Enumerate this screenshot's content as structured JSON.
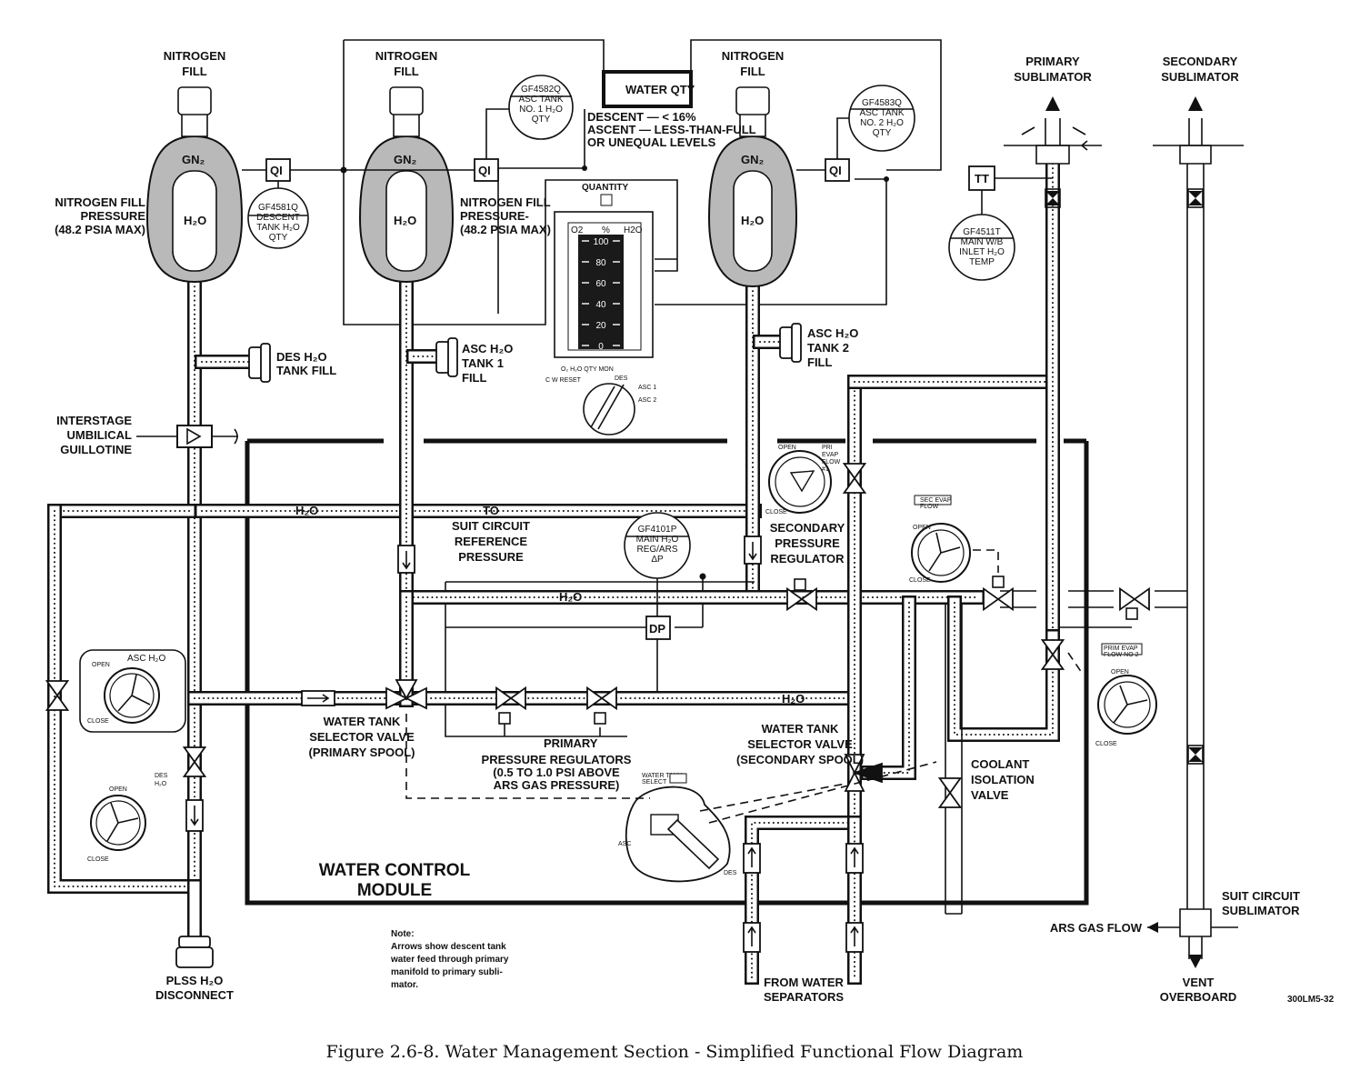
{
  "labels": {
    "nitrogen_fill": "NITROGEN\nFILL",
    "nitrogen_fill_pressure_1": "NITROGEN FILL\nPRESSURE\n(48.2 PSIA MAX)",
    "nitrogen_fill_pressure_2": "NITROGEN FILL\nPRESSURE-\n(48.2 PSIA MAX)",
    "gn2": "GN₂",
    "h2o": "H₂O",
    "qi": "QI",
    "tt": "TT",
    "dp": "DP",
    "water_qty": "WATER QTY",
    "water_qty_note": "DESCENT — < 16%\nASCENT — LESS-THAN-FULL\nOR UNEQUAL LEVELS",
    "gf4581q": "GF4581Q\nDESCENT\nTANK H₂O\nQTY",
    "gf4582q": "GF4582Q\nASC TANK\nNO. 1 H₂O\nQTY",
    "gf4583q": "GF4583Q\nASC TANK\nNO. 2 H₂O\nQTY",
    "gf4511t": "GF4511T\nMAIN W/B\nINLET H₂O\nTEMP",
    "gf4101p": "GF4101P\nMAIN H₂O\nREG/ARS\nΔP",
    "quantity": "QUANTITY",
    "gauge_o2": "O2",
    "gauge_pct": "%",
    "gauge_h2o": "H2O",
    "gauge_ticks": [
      "100",
      "80",
      "60",
      "40",
      "20",
      "0"
    ],
    "qty_mon": "O₂ H₂O QTY MON",
    "cw_reset": "C W RESET",
    "des": "DES",
    "asc1": "ASC 1",
    "asc2": "ASC 2",
    "primary_sublimator": "PRIMARY\nSUBLIMATOR",
    "secondary_sublimator": "SECONDARY\nSUBLIMATOR",
    "des_tank_fill": "DES H₂O\nTANK FILL",
    "asc_tank1_fill": "ASC H₂O\nTANK 1\nFILL",
    "asc_tank2_fill": "ASC H₂O\nTANK 2\nFILL",
    "interstage": "INTERSTAGE\nUMBILICAL\nGUILLOTINE",
    "h2o_line": "H₂O",
    "to_suit": "TO\nSUIT CIRCUIT\nREFERENCE\nPRESSURE",
    "secondary_pressure_regulator": "SECONDARY\nPRESSURE\nREGULATOR",
    "pri_evap_flow": "PRI\nEVAP\nFLOW\n#1",
    "sec_evap_flow": "SEC EVAP\nFLOW",
    "prim_evap_flow2": "PRIM EVAP\nFLOW NO 2",
    "open": "OPEN",
    "close": "CLOSE",
    "asc_h2o": "ASC H₂O",
    "des_h2o": "DES\nH₂O",
    "water_tank_selector_primary": "WATER TANK\nSELECTOR VALVE\n(PRIMARY SPOOL)",
    "primary": "PRIMARY",
    "pressure_regulators": "PRESSURE  REGULATORS\n(0.5 TO 1.0 PSI ABOVE\nARS GAS PRESSURE)",
    "water_tank_selector_secondary": "WATER TANK\nSELECTOR VALVE\n(SECONDARY SPOOL)",
    "water_tank_select": "WATER TANK\nSELECT",
    "asc": "ASC",
    "coolant_isolation": "COOLANT\nISOLATION\nVALVE",
    "water_control_module": "WATER CONTROL\nMODULE",
    "note": "Note:\nArrows show descent tank\nwater feed through primary\nmanifold to primary subli-\nmator.",
    "plss": "PLSS H₂O\nDISCONNECT",
    "from_water_separators": "FROM WATER\nSEPARATORS",
    "suit_circuit_sublimator": "SUIT CIRCUIT\nSUBLIMATOR",
    "ars_gas_flow": "ARS GAS FLOW",
    "vent_overboard": "VENT\nOVERBOARD",
    "figure_id": "300LM5-32"
  },
  "caption": "Figure 2.6-8.  Water Management Section - Simplified Functional Flow Diagram"
}
